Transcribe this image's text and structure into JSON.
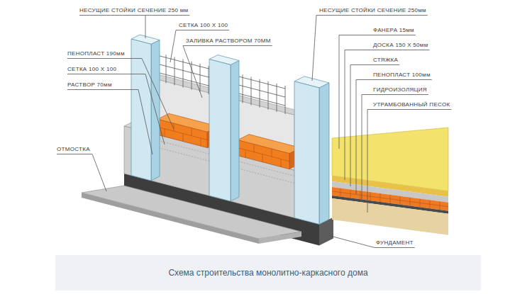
{
  "diagram": {
    "caption": "Схема строительства монолитно-каркасного дома",
    "labels": [
      "НЕСУЩИЕ СТОЙКИ СЕЧЕНИЕ 250 мм",
      "СЕТКА 100 Х 100",
      "ЗАЛИВКА РАСТВОРОМ 70ММ",
      "ПЕНОПЛАСТ 190мм",
      "СЕТКА 100 Х 100",
      "РАСТВОР 70мм",
      "ОТМОСТКА",
      "НЕСУЩИЕ СТОЙКИ СЕЧЕНИЕ 250мм",
      "ФАНЕРА 15мм",
      "ДОСКА 150 Х 50мм",
      "СТЯЖКА",
      "ПЕНОПЛАСТ 100мм",
      "ГИДРОИЗОЛЯЦИЯ",
      "УТРАМБОВАННЫЙ ПЕСОК",
      "ФУНДАМЕНТ"
    ]
  }
}
